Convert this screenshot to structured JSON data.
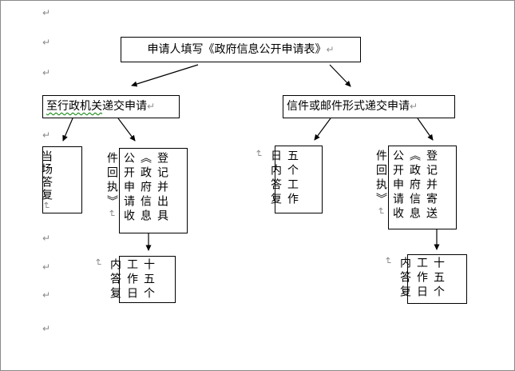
{
  "page": {
    "pilcrow": "↵",
    "description": "Word flowchart: government information disclosure application process"
  },
  "flowchart": {
    "title_box": {
      "text": "申请人填写《政府信息公开申请表》"
    },
    "left_branch": {
      "submit_box": {
        "underlined": "至行政机关",
        "rest": "递交申请"
      },
      "onsite_reply_box": {
        "text": "当场答复"
      },
      "register_box": {
        "text": "登记并出具\n《政府信息\n公开申请收\n件回执》"
      },
      "reply_box": {
        "text": "十五个\n工作日\n内答复"
      }
    },
    "right_branch": {
      "submit_box": {
        "text": "信件或邮件形式递交申请"
      },
      "sign_box": {
        "text": "五个工作\n日内答复"
      },
      "register_box": {
        "text": "登记并寄送\n《政府信息\n公开申请收\n件回执》"
      },
      "reply_box": {
        "text": "十五个\n工作日\n内答复"
      }
    },
    "colors": {
      "box_border": "#000000",
      "grammar_underline": "#008000",
      "formatting_mark": "#8a8a8a"
    }
  }
}
